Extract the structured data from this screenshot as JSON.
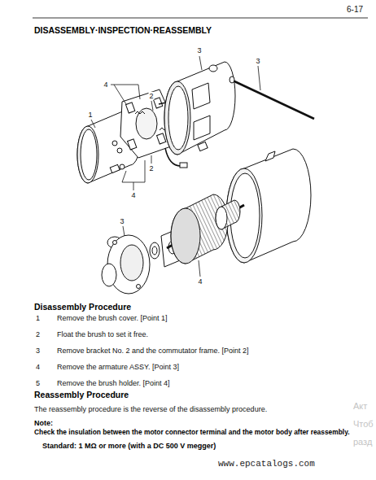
{
  "diagram": {
    "title": "DISASSEMBLY·INSPECTION·REASSEMBLY",
    "labels": [
      "6-17",
      "3",
      "3",
      "4",
      "2",
      "1",
      "2",
      "4",
      "3",
      "4",
      "Disassembly Procedure",
      "1",
      "Remove the brush cover. [Point 1]",
      "2",
      "Float the brush to set it free.",
      "3",
      "Remove bracket No. 2 and the commutator frame. [Point 2]",
      "4",
      "Remove the armature ASSY. [Point 3]",
      "5",
      "Remove the brush holder. [Point 4]",
      "Reassembly Procedure",
      "The reassembly procedure is the reverse of the disassembly procedure.",
      "Note:",
      "Check the insulation between the motor connector terminal and the motor body after reassembly.",
      "Standard: 1 MΩ or more (with a DC 500 V megger)",
      "www.epcatalogs.com",
      "Акт",
      "Чтоб",
      "разд"
    ]
  }
}
